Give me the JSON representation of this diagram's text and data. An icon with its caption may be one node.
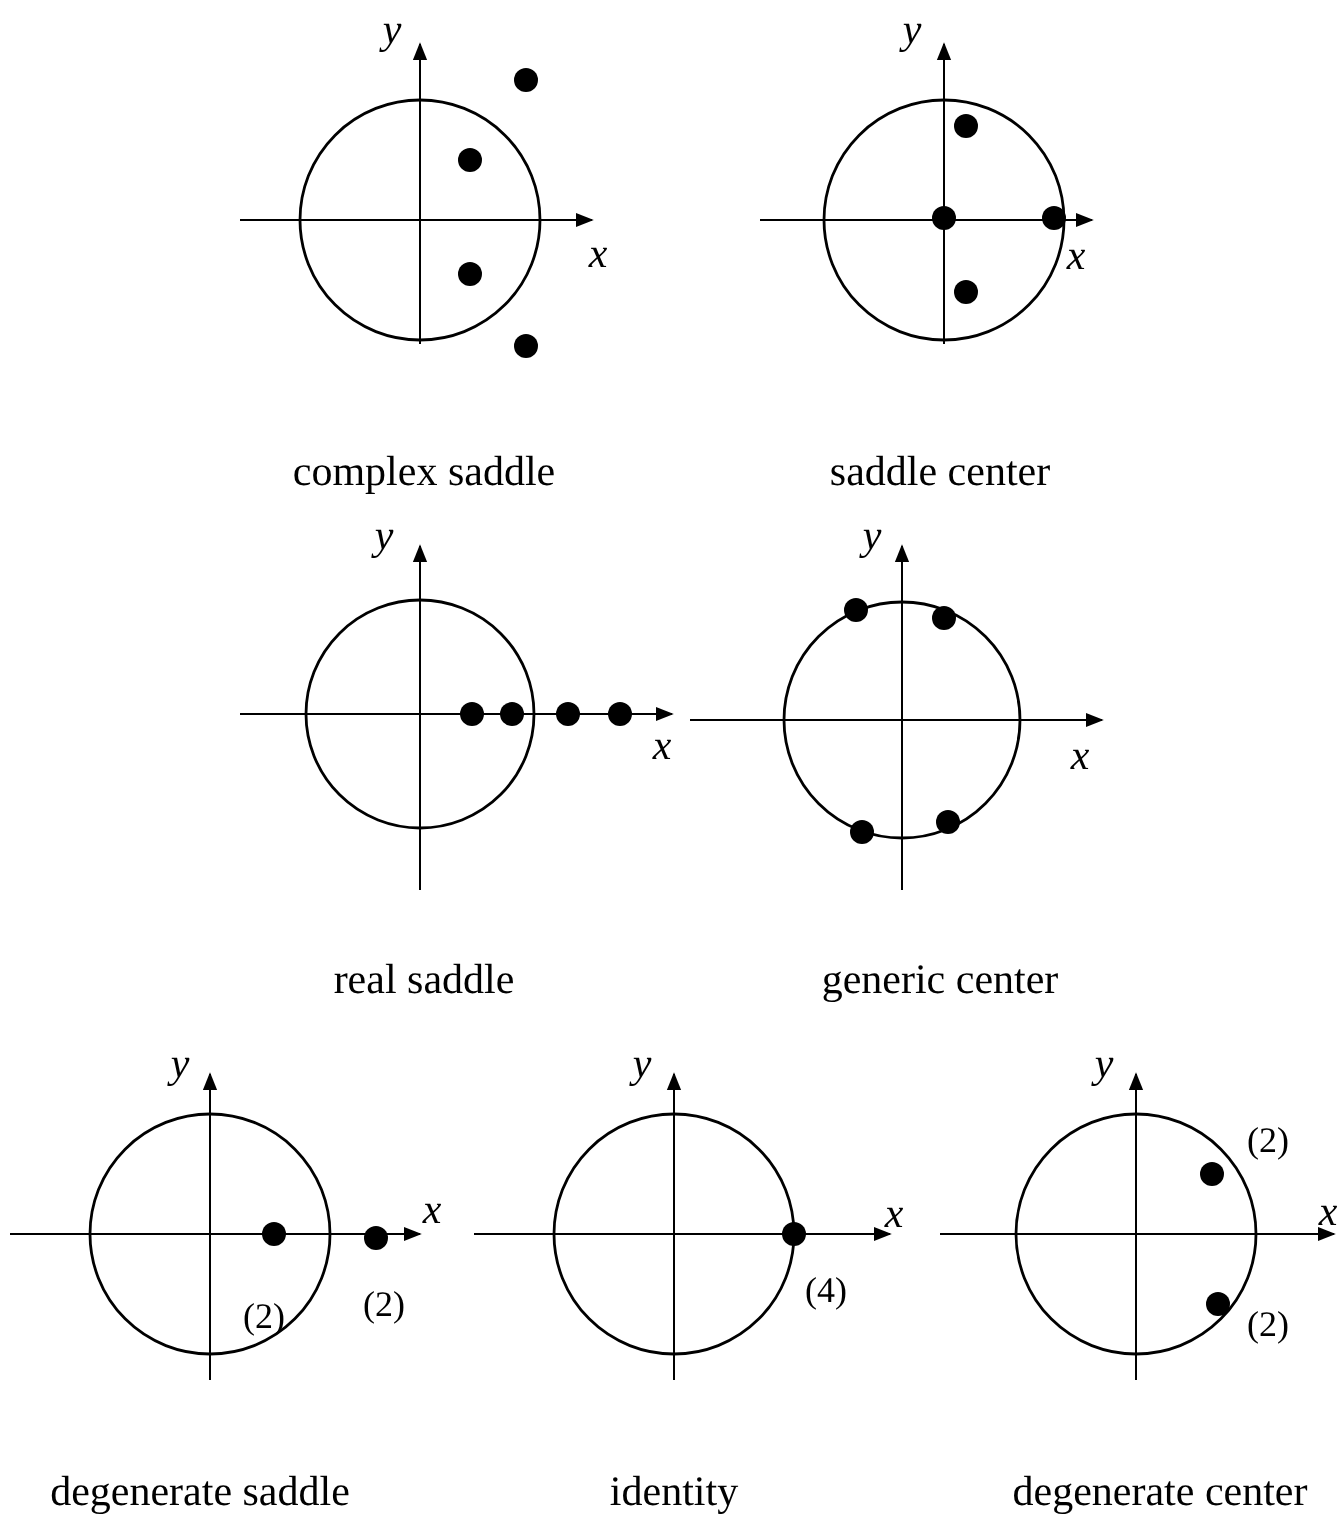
{
  "diagram": {
    "labels": [
      "y",
      "x",
      "complex saddle",
      "y",
      "x",
      "saddle center",
      "y",
      "x",
      "real saddle",
      "y",
      "x",
      "generic center",
      "y",
      "x",
      "(2)",
      "(2)",
      "degenerate saddle",
      "y",
      "x",
      "(4)",
      "identity",
      "y",
      "x",
      "(2)",
      "(2)",
      "degenerate center"
    ]
  }
}
